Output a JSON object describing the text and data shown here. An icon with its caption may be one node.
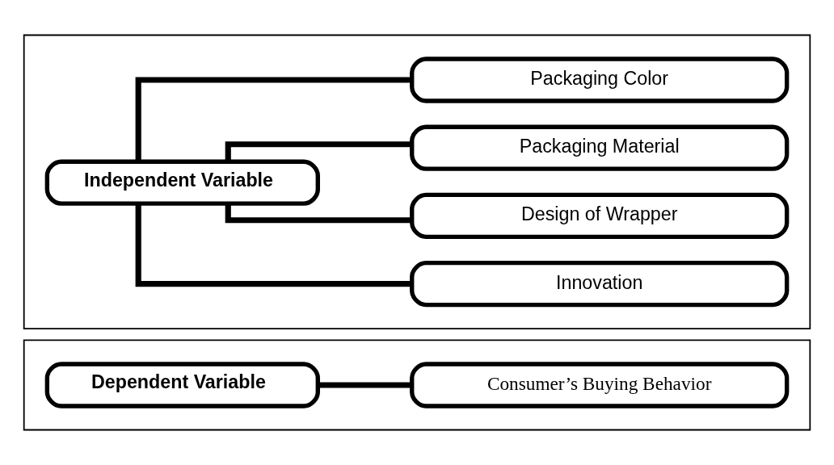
{
  "diagram": {
    "nodes": [
      {
        "text": [],
        "shape": "box"
      },
      {
        "text": [
          "Independent Variable"
        ],
        "in": 0
      },
      {
        "text": [
          "Packaging Color"
        ],
        "in": 0
      },
      {
        "text": [
          "Packaging Material"
        ],
        "in": 0
      },
      {
        "text": [
          "Design of Wrapper"
        ],
        "in": 0
      },
      {
        "text": [
          "Innovation"
        ],
        "in": 0
      },
      {
        "text": [],
        "shape": "box"
      },
      {
        "text": [
          "Dependent Variable"
        ],
        "in": 6
      },
      {
        "text": [
          "Consumer’s Buying Behavior"
        ],
        "in": 6
      }
    ],
    "edges": [
      {
        "from": 1,
        "to": 2,
        "arrow": "none"
      },
      {
        "from": 1,
        "to": 3,
        "arrow": "none"
      },
      {
        "from": 1,
        "to": 4,
        "arrow": "none"
      },
      {
        "from": 1,
        "to": 5,
        "arrow": "none"
      },
      {
        "from": 7,
        "to": 8,
        "arrow": "none"
      }
    ]
  }
}
